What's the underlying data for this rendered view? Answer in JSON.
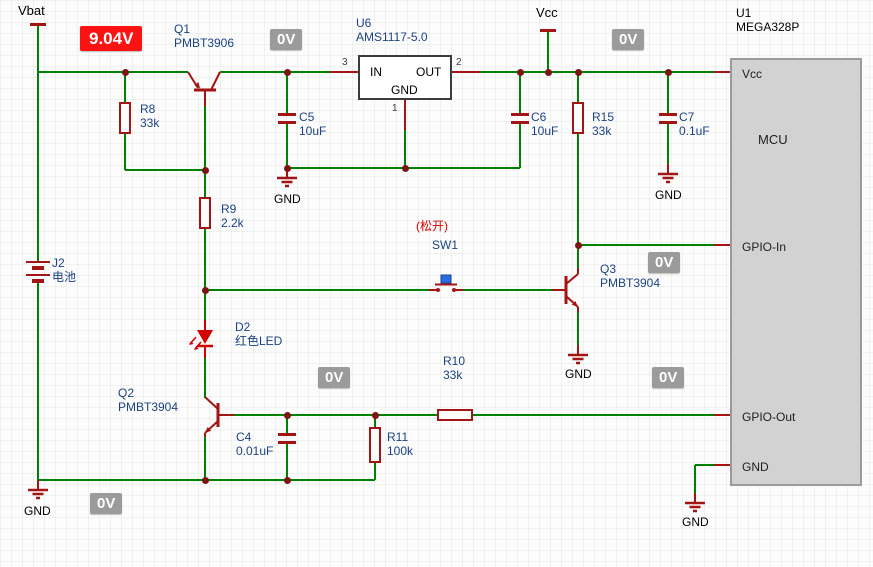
{
  "power": {
    "vbat": "Vbat",
    "vcc": "Vcc",
    "gnd": "GND"
  },
  "probes": {
    "main_voltage": "9.04V",
    "zero": "0V"
  },
  "colors": {
    "wire": "#008100",
    "symbol": "#a31515",
    "led": "#d40000",
    "probe_bg": "#9b9b9b",
    "probe_alert_bg": "#fb1311",
    "label": "#1c4284",
    "switch_cap": "#2b6be0",
    "mcu_fill": "#d2d2d2"
  },
  "parts": {
    "q1": {
      "ref": "Q1",
      "val": "PMBT3906"
    },
    "q2": {
      "ref": "Q2",
      "val": "PMBT3904"
    },
    "q3": {
      "ref": "Q3",
      "val": "PMBT3904"
    },
    "r8": {
      "ref": "R8",
      "val": "33k"
    },
    "r9": {
      "ref": "R9",
      "val": "2.2k"
    },
    "r10": {
      "ref": "R10",
      "val": "33k"
    },
    "r11": {
      "ref": "R11",
      "val": "100k"
    },
    "r15": {
      "ref": "R15",
      "val": "33k"
    },
    "c4": {
      "ref": "C4",
      "val": "0.01uF"
    },
    "c5": {
      "ref": "C5",
      "val": "10uF"
    },
    "c6": {
      "ref": "C6",
      "val": "10uF"
    },
    "c7": {
      "ref": "C7",
      "val": "0.1uF"
    },
    "d2": {
      "ref": "D2",
      "val": "红色LED"
    },
    "j2": {
      "ref": "J2",
      "val": "电池"
    },
    "sw1": {
      "ref": "SW1",
      "state": "(松开)"
    },
    "u6": {
      "ref": "U6",
      "val": "AMS1117-5.0",
      "pin_in": "IN",
      "pin_out": "OUT",
      "pin_gnd": "GND",
      "num_in": "3",
      "num_out": "2",
      "num_gnd": "1"
    },
    "u1": {
      "ref": "U1",
      "val": "MEGA328P",
      "body": "MCU",
      "pin_vcc": "Vcc",
      "pin_gpio_in": "GPIO-In",
      "pin_gpio_out": "GPIO-Out",
      "pin_gnd": "GND"
    }
  }
}
